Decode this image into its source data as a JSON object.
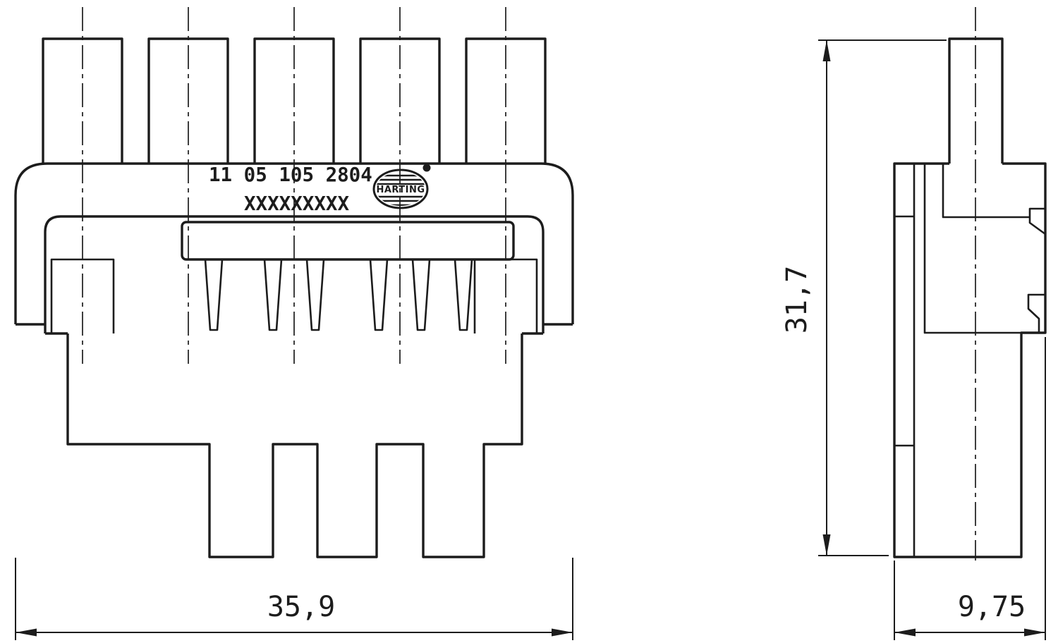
{
  "drawing": {
    "marking": {
      "line1": "11 05 105 2804",
      "line2": "XXXXXXXXX"
    },
    "logo": {
      "brand": "HARTING"
    },
    "dimensions": {
      "width": "35,9",
      "height": "31,7",
      "depth": "9,75"
    }
  },
  "colors": {
    "line": "#1c1c1c",
    "background": "#ffffff"
  }
}
